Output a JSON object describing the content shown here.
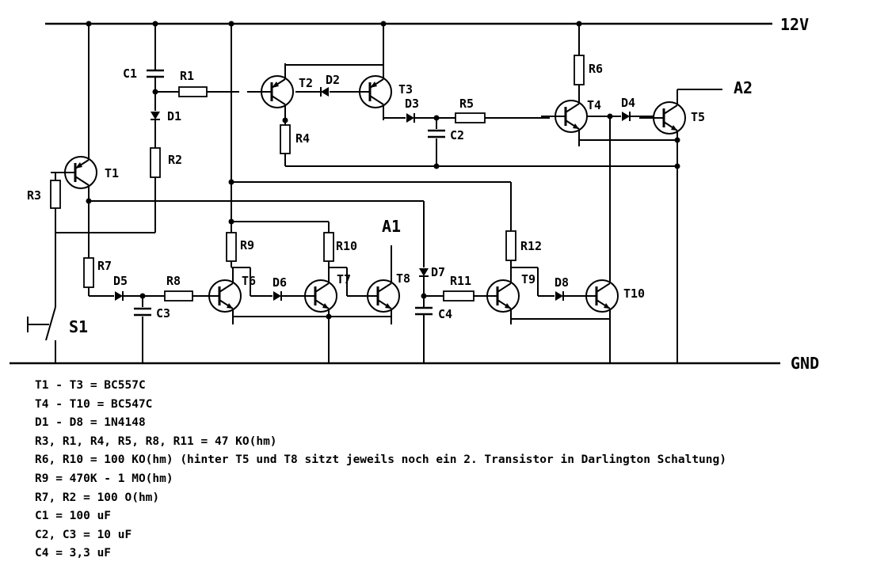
{
  "rails": {
    "supply": "12V",
    "ground": "GND"
  },
  "outputs": {
    "a1": "A1",
    "a2": "A2"
  },
  "switch": "S1",
  "transistors": [
    "T1",
    "T2",
    "T3",
    "T4",
    "T5",
    "T6",
    "T7",
    "T8",
    "T9",
    "T10"
  ],
  "resistors": [
    "R1",
    "R2",
    "R3",
    "R4",
    "R5",
    "R6",
    "R7",
    "R8",
    "R9",
    "R10",
    "R11",
    "R12"
  ],
  "capacitors": [
    "C1",
    "C2",
    "C3",
    "C4"
  ],
  "diodes": [
    "D1",
    "D2",
    "D3",
    "D4",
    "D5",
    "D6",
    "D7",
    "D8"
  ],
  "notes": [
    "T1 - T3 = BC557C",
    "T4 - T10 = BC547C",
    "D1 - D8 = 1N4148",
    "R3, R1, R4, R5, R8, R11 = 47 KO(hm)",
    "R6, R10 = 100 KO(hm) (hinter T5 und T8 sitzt jeweils noch ein 2. Transistor in Darlington Schaltung)",
    "R9 = 470K - 1 MO(hm)",
    "R7, R2 = 100 O(hm)",
    "C1 = 100 uF",
    "C2, C3 = 10 uF",
    "C4 = 3,3 uF"
  ]
}
